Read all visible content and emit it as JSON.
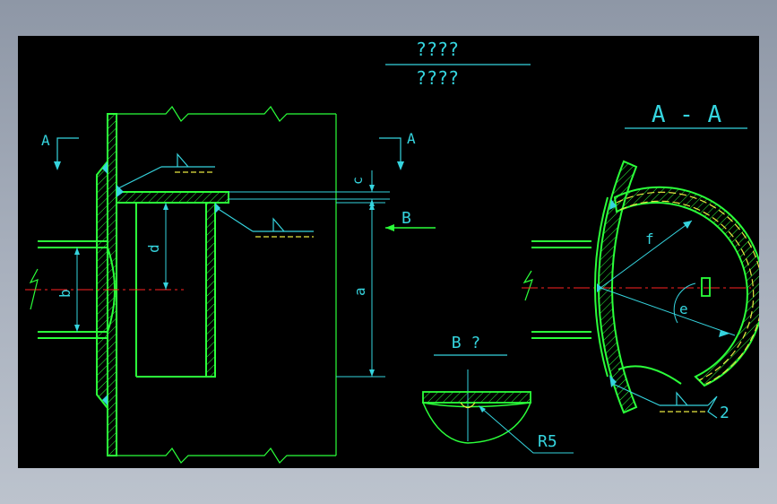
{
  "drawing": {
    "title_top": "????",
    "title_bottom": "????",
    "section_title": "A - A",
    "section_marker_left": "A",
    "section_marker_right": "A",
    "view_label_b": "B",
    "detail_title": "B ?",
    "dim_c": "c",
    "dim_a": "a",
    "dim_d": "d",
    "dim_b": "b",
    "dim_f": "f",
    "dim_e": "e",
    "radius_label": "R5",
    "part_number": "2"
  },
  "colors": {
    "background": "#000000",
    "outline": "#2bff3a",
    "dimension": "#35d4de",
    "centerline": "#ff2222",
    "hidden": "#e8e840",
    "text": "#35d4de",
    "weld_fill": "#35d4de"
  }
}
